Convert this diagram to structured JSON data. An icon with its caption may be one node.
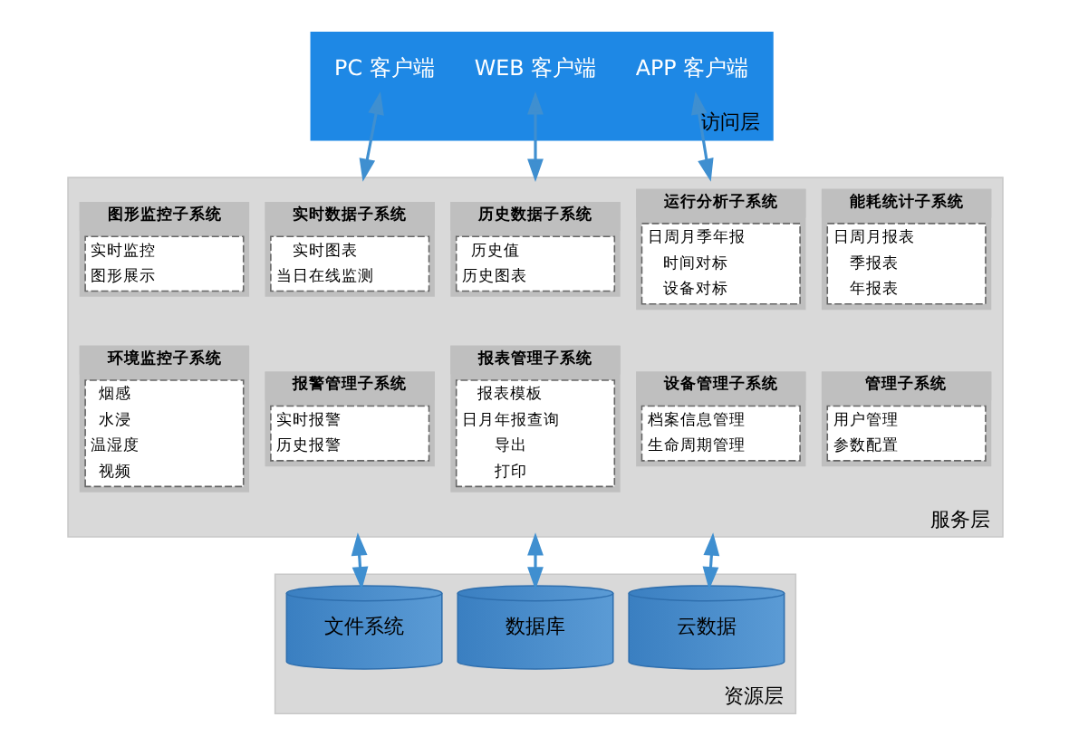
{
  "diagram": {
    "nodes": [
      {
        "text": [
          "访问层"
        ]
      },
      {
        "text": [
          "PC 客户端"
        ],
        "in": 0
      },
      {
        "text": [
          "WEB 客户端"
        ],
        "in": 0
      },
      {
        "text": [
          "APP 客户端"
        ],
        "in": 0
      },
      {
        "text": [
          "服务层"
        ]
      },
      {
        "text": [
          "图形监控子系统",
          "实时监控",
          "图形展示"
        ],
        "in": 4
      },
      {
        "text": [
          "实时数据子系统",
          "实时图表",
          "当日在线监测"
        ],
        "in": 4
      },
      {
        "text": [
          "历史数据子系统",
          "历史值",
          "历史图表"
        ],
        "in": 4
      },
      {
        "text": [
          "运行分析子系统",
          "日周月季年报",
          "时间对标",
          "设备对标"
        ],
        "in": 4
      },
      {
        "text": [
          "能耗统计子系统",
          "日周月报表",
          "季报表",
          "年报表"
        ],
        "in": 4
      },
      {
        "text": [
          "环境监控子系统",
          "烟感",
          "水浸",
          "温湿度",
          "视频"
        ],
        "in": 4
      },
      {
        "text": [
          "报警管理子系统",
          "实时报警",
          "历史报警"
        ],
        "in": 4
      },
      {
        "text": [
          "报表管理子系统",
          "报表模板",
          "日月年报查询",
          "导出",
          "打印"
        ],
        "in": 4
      },
      {
        "text": [
          "设备管理子系统",
          "档案信息管理",
          "生命周期管理"
        ],
        "in": 4
      },
      {
        "text": [
          "管理子系统",
          "用户管理",
          "参数配置"
        ],
        "in": 4
      },
      {
        "text": [
          "资源层"
        ]
      },
      {
        "text": [
          "文件系统"
        ],
        "in": 15
      },
      {
        "text": [
          "数据库"
        ],
        "in": 15
      },
      {
        "text": [
          "云数据"
        ],
        "in": 15
      }
    ],
    "edges": [
      {
        "from": 1,
        "to": 4,
        "arrow": "both"
      },
      {
        "from": 2,
        "to": 4,
        "arrow": "both"
      },
      {
        "from": 3,
        "to": 4,
        "arrow": "both"
      },
      {
        "from": 4,
        "to": 16,
        "arrow": "both"
      },
      {
        "from": 4,
        "to": 17,
        "arrow": "both"
      },
      {
        "from": 4,
        "to": 18,
        "arrow": "both"
      }
    ]
  }
}
